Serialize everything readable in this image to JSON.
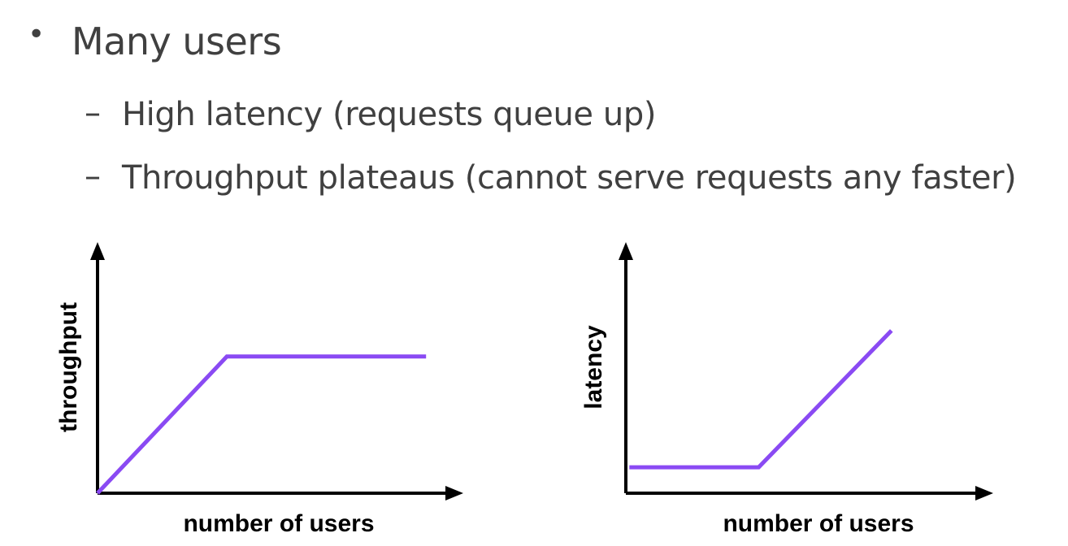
{
  "slide": {
    "bullet": "Many users",
    "sub_bullets": [
      "High latency (requests queue up)",
      "Throughput plateaus (cannot serve requests any faster)"
    ],
    "dash": "–"
  },
  "chart_data": [
    {
      "type": "line",
      "title": "",
      "xlabel": "number of users",
      "ylabel": "throughput",
      "grid": false,
      "color": "#8a4af3",
      "series": [
        {
          "x": [
            0,
            0.37,
            0.94
          ],
          "y": [
            0,
            0.58,
            0.58
          ]
        }
      ],
      "xlim": [
        0,
        1
      ],
      "ylim": [
        0,
        1
      ]
    },
    {
      "type": "line",
      "title": "",
      "xlabel": "number of users",
      "ylabel": "latency",
      "grid": false,
      "color": "#8a4af3",
      "series": [
        {
          "x": [
            0.01,
            0.38,
            0.76
          ],
          "y": [
            0.11,
            0.11,
            0.69
          ]
        }
      ],
      "xlim": [
        0,
        1
      ],
      "ylim": [
        0,
        1
      ]
    }
  ]
}
